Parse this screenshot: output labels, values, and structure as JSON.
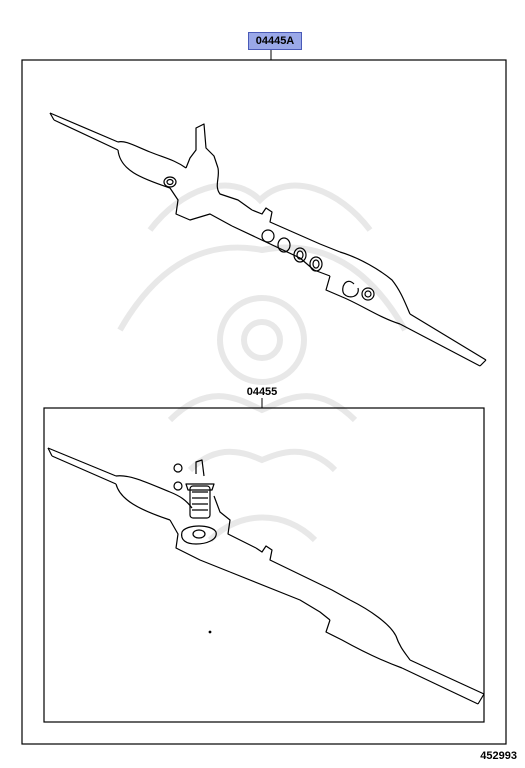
{
  "diagram": {
    "main_part_label": "04445A",
    "sub_part_label": "04455",
    "reference_number": "452993"
  }
}
